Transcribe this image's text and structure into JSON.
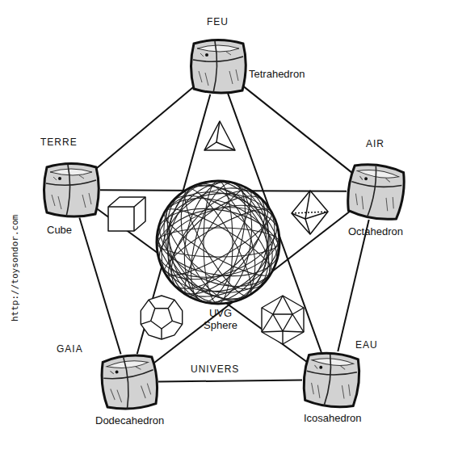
{
  "diagram": {
    "nodes": [
      {
        "text": [
          "FEU",
          "Tetrahedron"
        ]
      },
      {
        "text": [
          "TERRE",
          "Cube"
        ]
      },
      {
        "text": [
          "AIR",
          "Octahedron"
        ]
      },
      {
        "text": [
          "UVG Sphere"
        ]
      },
      {
        "text": [
          "GAIA",
          "Dodecahedron"
        ]
      },
      {
        "text": [
          "EAU",
          "Icosahedron"
        ]
      }
    ],
    "edges": [
      {
        "from": 0,
        "to": 2,
        "arrow": "none"
      },
      {
        "from": 2,
        "to": 5,
        "arrow": "none"
      },
      {
        "from": 5,
        "to": 4,
        "arrow": "none"
      },
      {
        "from": 4,
        "to": 1,
        "arrow": "none"
      },
      {
        "from": 1,
        "to": 0,
        "arrow": "none"
      },
      {
        "from": 0,
        "to": 4,
        "arrow": "none"
      },
      {
        "from": 0,
        "to": 5,
        "arrow": "none"
      },
      {
        "from": 1,
        "to": 2,
        "arrow": "none"
      },
      {
        "from": 1,
        "to": 5,
        "arrow": "none"
      },
      {
        "from": 2,
        "to": 4,
        "arrow": "none"
      }
    ],
    "labels": [
      "http://toysondor.com",
      "UNIVERS"
    ]
  }
}
